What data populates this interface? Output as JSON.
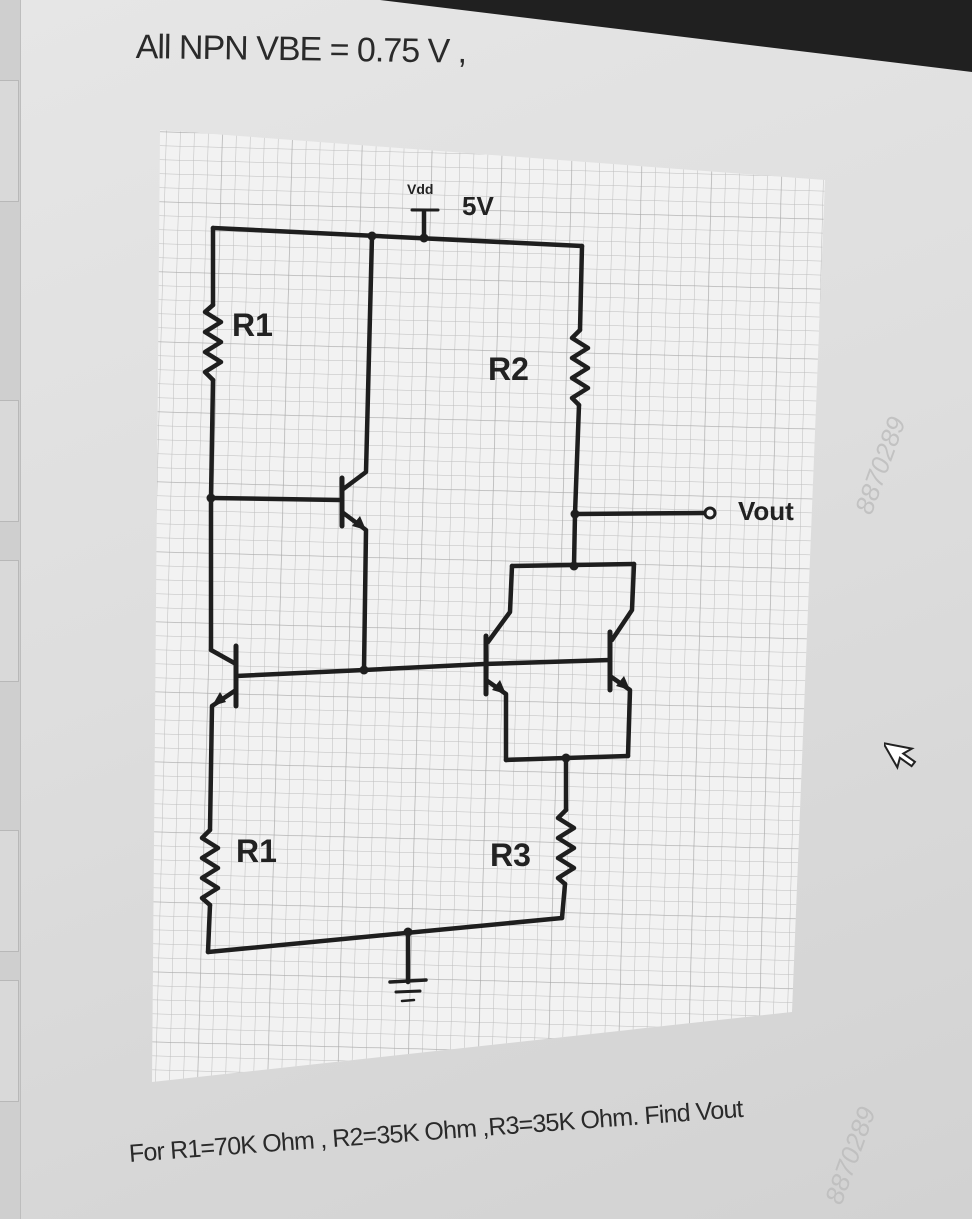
{
  "question": {
    "text": "All NPN VBE = 0.75 V ,"
  },
  "circuit": {
    "supply_label": "Vdd",
    "supply_value": "5V",
    "output_label": "Vout",
    "resistor_labels": [
      "R1",
      "R2",
      "R1",
      "R3"
    ]
  },
  "footer": {
    "text": "For R1=70K Ohm , R2=35K Ohm ,R3=35K Ohm. Find  Vout"
  },
  "watermark": {
    "text": "8870289"
  },
  "colors": {
    "wire": "#1e1e1e",
    "grid": "#b9b9b9",
    "paper": "#f4f4f4"
  }
}
